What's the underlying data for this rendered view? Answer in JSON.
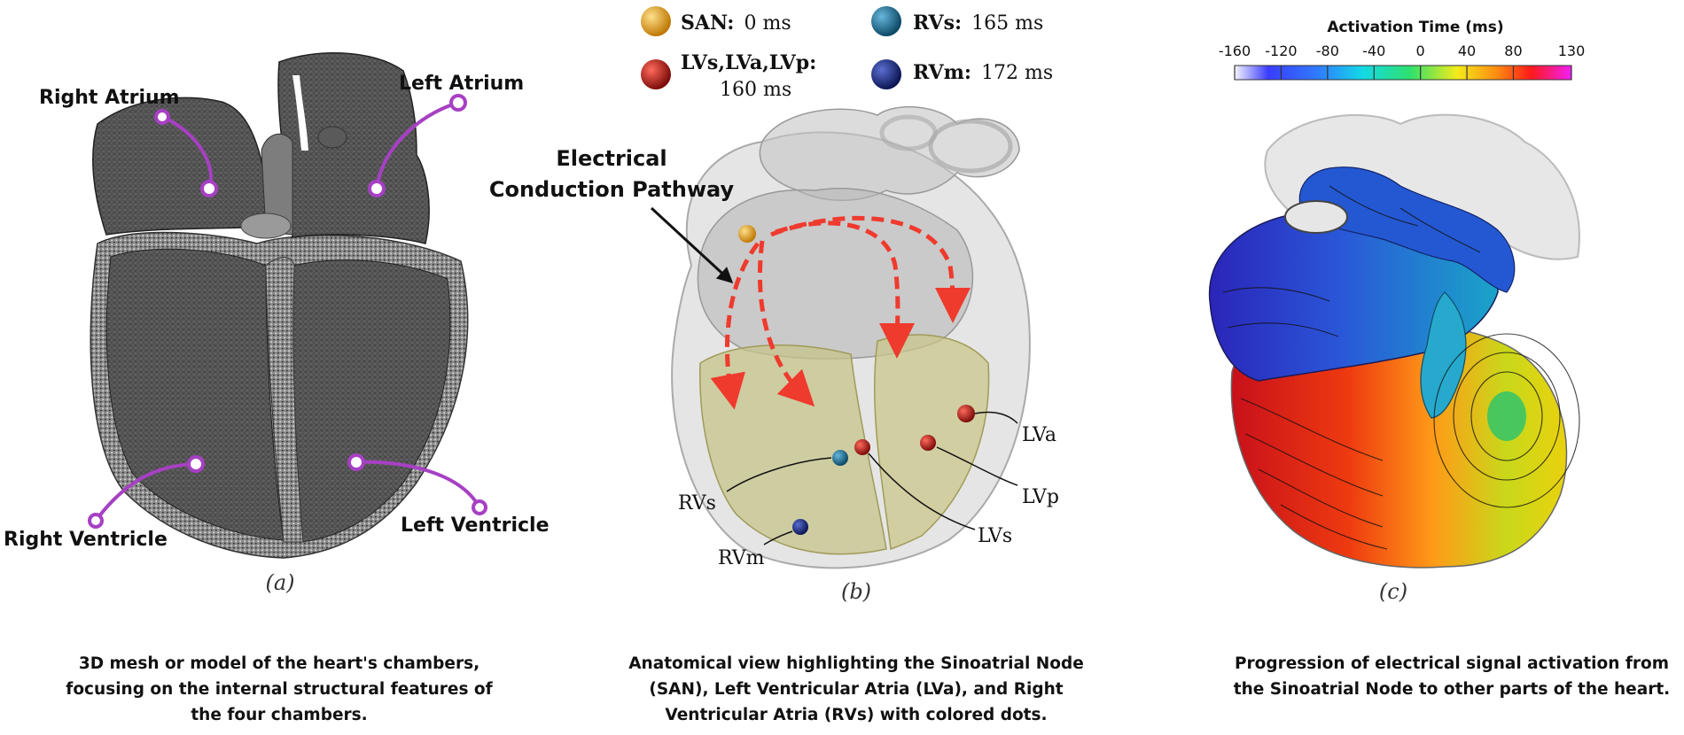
{
  "panel_a": {
    "labels": {
      "right_atrium": "Right Atrium",
      "left_atrium": "Left Atrium",
      "right_ventricle": "Right Ventricle",
      "left_ventricle": "Left Ventricle"
    },
    "sublabel": "(a)",
    "caption": "3D mesh or model of the heart's chambers, focusing on the internal structural features of the four chambers."
  },
  "panel_b": {
    "legend": {
      "san_name": "SAN:",
      "san_time": "0 ms",
      "rvs_name": "RVs:",
      "rvs_time": "165 ms",
      "lv_name": "LVs,LVa,LVp:",
      "lv_time": "160 ms",
      "rvm_name": "RVm:",
      "rvm_time": "172 ms"
    },
    "pathway_label_line1": "Electrical",
    "pathway_label_line2": "Conduction Pathway",
    "point_labels": {
      "lva": "LVa",
      "lvp": "LVp",
      "lvs": "LVs",
      "rvs": "RVs",
      "rvm": "RVm"
    },
    "colors": {
      "san": "#e8a21a",
      "lv": "#b51c18",
      "rvs": "#1b6e93",
      "rvm": "#1c2f86",
      "pathway": "#ef3a2e"
    },
    "sublabel": "(b)",
    "caption": "Anatomical view highlighting the Sinoatrial Node (SAN), Left Ventricular Atria (LVa), and Right Ventricular Atria (RVs) with colored dots."
  },
  "panel_c": {
    "colorbar": {
      "title": "Activation Time (ms)",
      "ticks": [
        "-160",
        "-120",
        "-80",
        "-40",
        "0",
        "40",
        "80",
        "130"
      ],
      "tick_values": [
        -160,
        -120,
        -80,
        -40,
        0,
        40,
        80,
        130
      ],
      "range": [
        -160,
        130
      ]
    },
    "sublabel": "(c)",
    "caption": "Progression of electrical signal activation from the Sinoatrial Node to other parts of the heart."
  },
  "accent_color": "#a740c4"
}
